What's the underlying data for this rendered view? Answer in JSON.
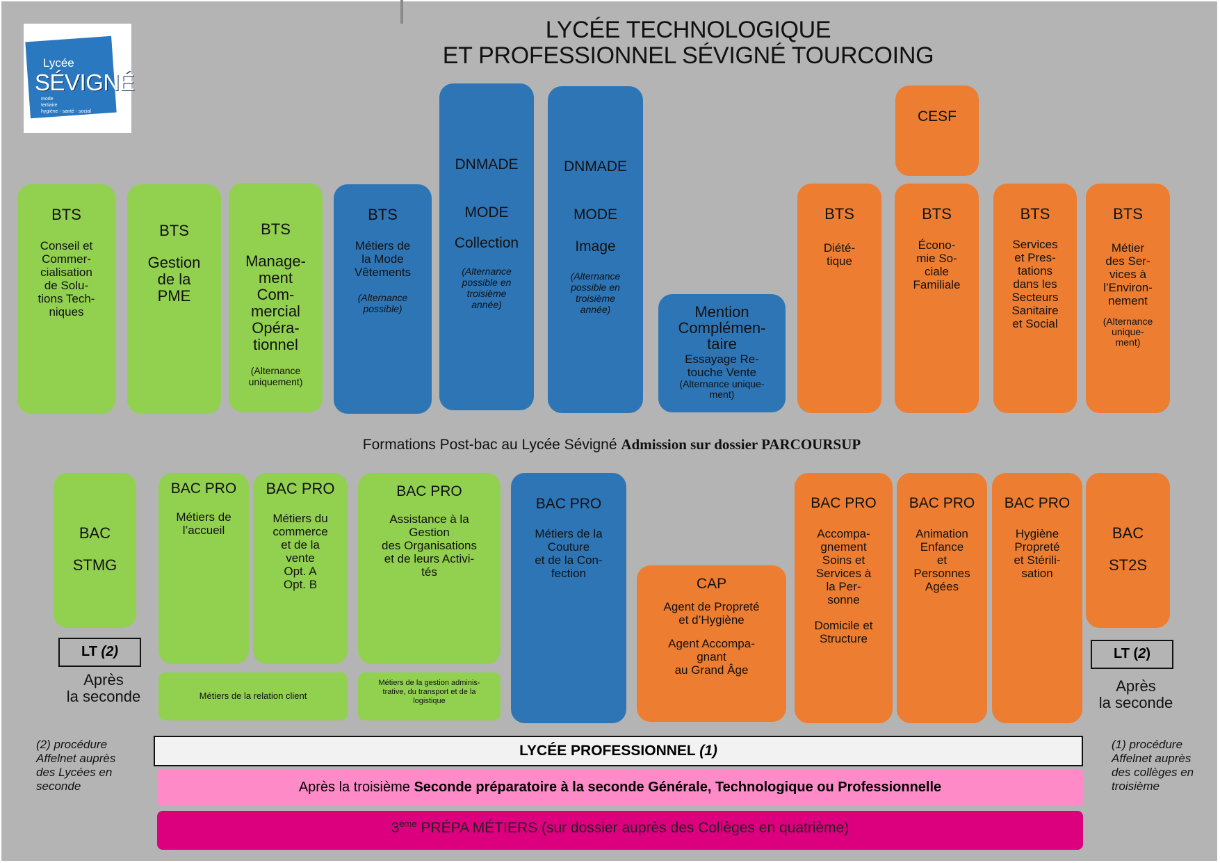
{
  "header": {
    "title_line1": "LYCÉE TECHNOLOGIQUE",
    "title_line2": "ET PROFESSIONNEL SÉVIGNÉ TOURCOING"
  },
  "logo": {
    "line1": "Lycée",
    "line2": "SÉVIGNÉ",
    "tag1": "mode",
    "tag2": "tertiaire",
    "tag3": "hygiène - santé - social"
  },
  "postbac": {
    "bts_conseil": {
      "title": "BTS",
      "body": [
        "Conseil et",
        "Commer-",
        "cialisation",
        "de Solu-",
        "tions Tech-",
        "niques"
      ]
    },
    "bts_gestion": {
      "title": "BTS",
      "body": [
        "Gestion",
        "de la",
        "PME"
      ]
    },
    "bts_management": {
      "title": "BTS",
      "body": [
        "Manage-",
        "ment",
        "Com-",
        "mercial",
        "Opéra-",
        "tionnel"
      ],
      "note": [
        "(Alternance",
        "uniquement)"
      ]
    },
    "bts_mode": {
      "title": "BTS",
      "body": [
        "Métiers de",
        "la Mode",
        "Vêtements"
      ],
      "note": [
        "(Alternance",
        "possible)"
      ]
    },
    "dnmade_collection": {
      "title": "DNMADE",
      "sub": "MODE",
      "body": "Collection",
      "note": [
        "(Alternance",
        "possible en",
        "troisième",
        "année)"
      ]
    },
    "dnmade_image": {
      "title": "DNMADE",
      "sub": "MODE",
      "body": "Image",
      "note": [
        "(Alternance",
        "possible en",
        "troisième",
        "année)"
      ]
    },
    "mention": {
      "title": [
        "Mention",
        "Complémen-",
        "taire"
      ],
      "body": [
        "Essayage Re-",
        "touche Vente"
      ],
      "note": [
        "(Alternance unique-",
        "ment)"
      ]
    },
    "cesf": {
      "title": "CESF"
    },
    "bts_dietetique": {
      "title": "BTS",
      "body": [
        "Diété-",
        "tique"
      ]
    },
    "bts_esf": {
      "title": "BTS",
      "body": [
        "Écono-",
        "mie So-",
        "ciale",
        "Familiale"
      ]
    },
    "bts_sp3s": {
      "title": "BTS",
      "body": [
        "Services",
        "et Pres-",
        "tations",
        "dans les",
        "Secteurs",
        "Sanitaire",
        "et Social"
      ]
    },
    "bts_environnement": {
      "title": "BTS",
      "body": [
        "Métier",
        "des Ser-",
        "vices à",
        "l’Environ-",
        "nement"
      ],
      "note": [
        "(Alternance",
        "unique-",
        "ment)"
      ]
    }
  },
  "formations_line": {
    "prefix": "Formations Post-bac au Lycée Sévigné ",
    "bold": "Admission sur dossier PARCOURSUP"
  },
  "secondary": {
    "bac_stmg": {
      "title": "BAC",
      "body": "STMG"
    },
    "lt_left": {
      "label": "LT ",
      "num": "(2)"
    },
    "apres_left": [
      "Après",
      "la seconde"
    ],
    "bacpro_accueil": {
      "title": "BAC PRO",
      "body": [
        "Métiers de",
        "l’accueil"
      ]
    },
    "bacpro_commerce": {
      "title": "BAC PRO",
      "body": [
        "Métiers du",
        "commerce",
        "et de la",
        "vente",
        "Opt. A",
        "Opt. B"
      ]
    },
    "relation_client": "Métiers de la relation client",
    "bacpro_agora": {
      "title": "BAC PRO",
      "body": [
        "Assistance à la",
        "Gestion",
        "des Organisations",
        "et de leurs Activi-",
        "tés"
      ]
    },
    "gestion_admin": [
      "Métiers de la gestion adminis-",
      "trative, du transport et de la",
      "logistique"
    ],
    "bacpro_couture": {
      "title": "BAC PRO",
      "body": [
        "Métiers de la",
        "Couture",
        "et de la Con-",
        "fection"
      ]
    },
    "cap": {
      "title": "CAP",
      "body1": [
        "Agent de Propreté",
        "et d’Hygiène"
      ],
      "body2": [
        "Agent Accompa-",
        "gnant",
        "au Grand Âge"
      ]
    },
    "bacpro_asp": {
      "title": "BAC PRO",
      "body": [
        "Accompa-",
        "gnement",
        "Soins et",
        "Services à",
        "la Per-",
        "sonne"
      ],
      "body2": [
        "Domicile et",
        "Structure"
      ]
    },
    "bacpro_animation": {
      "title": "BAC PRO",
      "body": [
        "Animation",
        "Enfance",
        "et",
        "Personnes",
        "Agées"
      ]
    },
    "bacpro_hygiene": {
      "title": "BAC PRO",
      "body": [
        "Hygiène",
        "Propreté",
        "et Stérili-",
        "sation"
      ]
    },
    "bac_st2s": {
      "title": "BAC",
      "body": "ST2S"
    },
    "lt_right": {
      "label": "LT (",
      "num": "2",
      "close": ")"
    },
    "apres_right": [
      "Après",
      "la seconde"
    ]
  },
  "notes": {
    "left": [
      "(2) procédure",
      "Affelnet auprès",
      "des Lycées en",
      "seconde"
    ],
    "right": [
      "(1) procédure",
      "Affelnet auprès",
      "des collèges en",
      "troisième"
    ]
  },
  "bars": {
    "lp_label": "LYCÉE PROFESSIONNEL ",
    "lp_num": "(1)",
    "pink_prefix": "Après la troisième ",
    "pink_bold": "Seconde préparatoire à la seconde Générale, Technologique ou Professionnelle",
    "magenta_3": "3",
    "magenta_sup": "ème",
    "magenta_text": " PRÉPA MÉTIERS (sur dossier auprès des Collèges en quatrième)"
  },
  "colors": {
    "green": "#92d050",
    "blue": "#2e75b6",
    "orange": "#ed7d31",
    "pink": "#ff8ac8",
    "magenta": "#dc007f",
    "background": "#b4b4b4"
  }
}
